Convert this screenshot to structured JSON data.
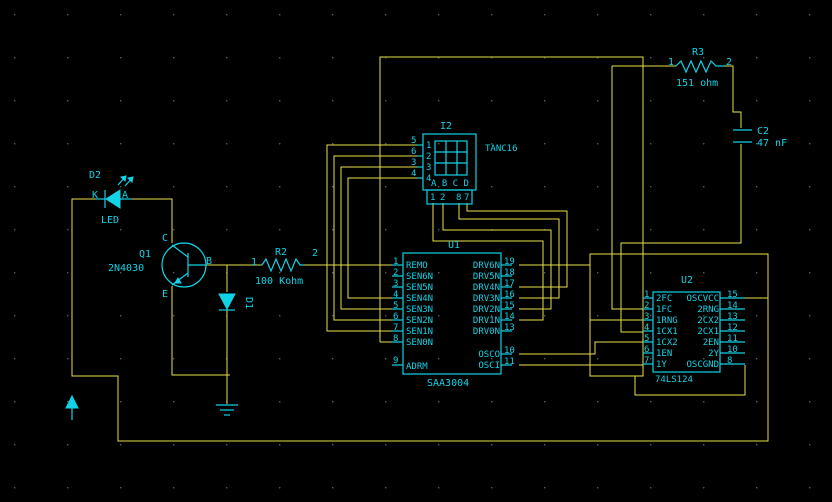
{
  "colors": {
    "background": "#000000",
    "wire": "#e8e04a",
    "component": "#12d3e6",
    "grid_dot": "#5a5a5a"
  },
  "d2": {
    "ref": "D2",
    "value": "LED",
    "pin_k": "K",
    "pin_a": "A"
  },
  "q1": {
    "ref": "Q1",
    "value": "2N4030",
    "pin_c": "C",
    "pin_b": "B",
    "pin_e": "E"
  },
  "r2": {
    "ref": "R2",
    "value": "100 Kohm",
    "pin1": "1",
    "pin2": "2"
  },
  "d1": {
    "ref": "D1"
  },
  "r3": {
    "ref": "R3",
    "value": "151 ohm",
    "pin1": "1",
    "pin2": "2"
  },
  "c2": {
    "ref": "C2",
    "value": "47 nF"
  },
  "i2": {
    "ref": "I2",
    "value": "TANC16",
    "left_pins": [
      "5",
      "6",
      "3",
      "4"
    ],
    "inner_left": [
      "1",
      "2",
      "3",
      "4"
    ],
    "bottom_labels": "A B C D",
    "bottom_pins": [
      "1",
      "2",
      "8",
      "7"
    ]
  },
  "u1": {
    "ref": "U1",
    "value": "SAA3004",
    "left_pins": [
      {
        "num": "1",
        "name": "REMO"
      },
      {
        "num": "2",
        "name": "SEN6N"
      },
      {
        "num": "3",
        "name": "SEN5N"
      },
      {
        "num": "4",
        "name": "SEN4N"
      },
      {
        "num": "5",
        "name": "SEN3N"
      },
      {
        "num": "6",
        "name": "SEN2N"
      },
      {
        "num": "7",
        "name": "SEN1N"
      },
      {
        "num": "8",
        "name": "SEN0N"
      }
    ],
    "adrm": {
      "num": "9",
      "name": "ADRM"
    },
    "right_pins": [
      {
        "num": "19",
        "name": "DRV6N"
      },
      {
        "num": "18",
        "name": "DRV5N"
      },
      {
        "num": "17",
        "name": "DRV4N"
      },
      {
        "num": "16",
        "name": "DRV3N"
      },
      {
        "num": "15",
        "name": "DRV2N"
      },
      {
        "num": "14",
        "name": "DRV1N"
      },
      {
        "num": "13",
        "name": "DRV0N"
      }
    ],
    "osc_pins": [
      {
        "num": "10",
        "name": "OSCO"
      },
      {
        "num": "11",
        "name": "OSCI"
      }
    ]
  },
  "u2": {
    "ref": "U2",
    "value": "74LS124",
    "left_pins": [
      {
        "num": "1",
        "name": "2FC"
      },
      {
        "num": "2",
        "name": "1FC"
      },
      {
        "num": "3",
        "name": "1RNG"
      },
      {
        "num": "4",
        "name": "1CX1"
      },
      {
        "num": "5",
        "name": "1CX2"
      },
      {
        "num": "6",
        "name": "1EN"
      },
      {
        "num": "7",
        "name": "1Y"
      }
    ],
    "right_pins": [
      {
        "num": "15",
        "name": "OSCVCC"
      },
      {
        "num": "14",
        "name": "2RNG"
      },
      {
        "num": "13",
        "name": "2CX2"
      },
      {
        "num": "12",
        "name": "2CX1"
      },
      {
        "num": "11",
        "name": "2EN"
      },
      {
        "num": "10",
        "name": "2Y"
      },
      {
        "num": "8",
        "name": "OSCGND"
      }
    ]
  }
}
